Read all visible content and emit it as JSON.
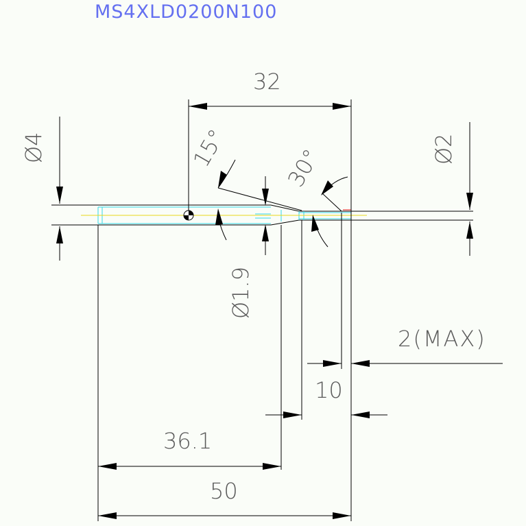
{
  "title": "MS4XLD0200N100",
  "dimensions": {
    "overall_length": "50",
    "body_length": "36.1",
    "shank_length": "32",
    "tip_length": "10",
    "tip_max": "2(MAX)",
    "shank_dia": "Ø4",
    "tip_dia": "Ø2",
    "mid_dia": "Ø1.9",
    "angle_15": "15°",
    "angle_30": "30°"
  },
  "colors": {
    "background": "#fafdf8",
    "title": "#6470f0",
    "lines": "#000000",
    "centerline": "#e8d81a",
    "outline_cyan": "#34d7e6",
    "marker_red": "#e01818"
  }
}
